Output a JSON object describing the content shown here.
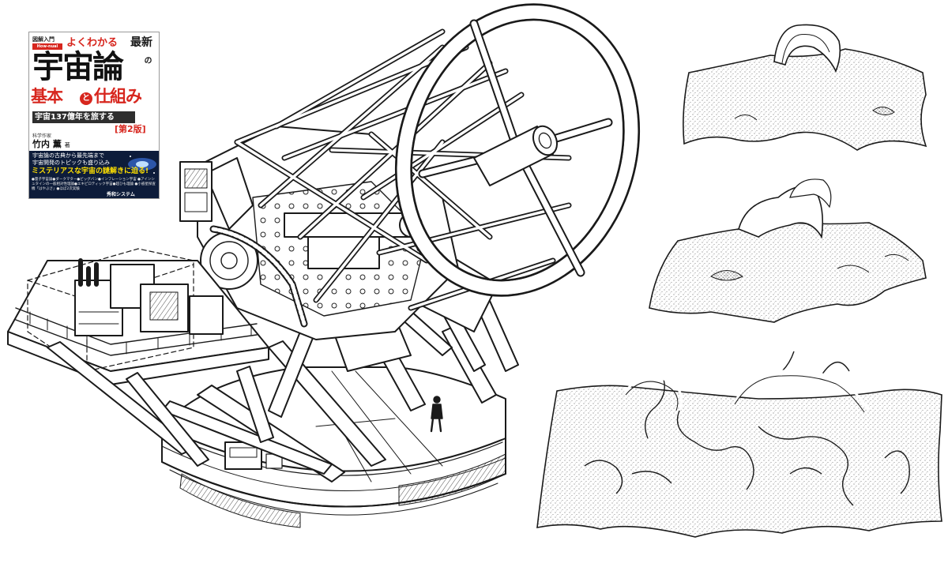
{
  "cover": {
    "series": "図解入門",
    "series_sub": "How-nual",
    "catch": "よくわかる",
    "catch2": "最新",
    "title": "宇宙論",
    "title_suffix": "の",
    "sub1": "基本",
    "sub_to": "と",
    "sub2": "仕組み",
    "band": "宇宙137億年を旅する",
    "edition": "[第2版]",
    "author_role": "科学作家",
    "author": "竹内 薫",
    "author_suffix": "著",
    "line1": "宇宙論の古典から最先端まで",
    "line2": "宇宙開発のトピックも盛り込み",
    "mystery": "ミステリアスな宇宙の謎解きに迫る!",
    "bullets": "●量子宇宙論●ダークマター●ビッグバン●インフレーション宇宙 ●アインシュタインの一般相対性理論●エキピロティック宇宙●超ひも理論 ●小惑星探査機「はやぶさ」●ほぼ2次実験",
    "publisher": "秀和システム",
    "colors": {
      "accent_red": "#d7261e",
      "band": "#2e2e2e",
      "space": "#0d1c3a",
      "highlight": "#ffe000"
    }
  },
  "illustration": {
    "telescope": "telescope-illustration",
    "surfaces": [
      "spacetime-surface-1",
      "spacetime-surface-2",
      "spacetime-surface-3"
    ],
    "ink_color": "#1a1a1a"
  }
}
